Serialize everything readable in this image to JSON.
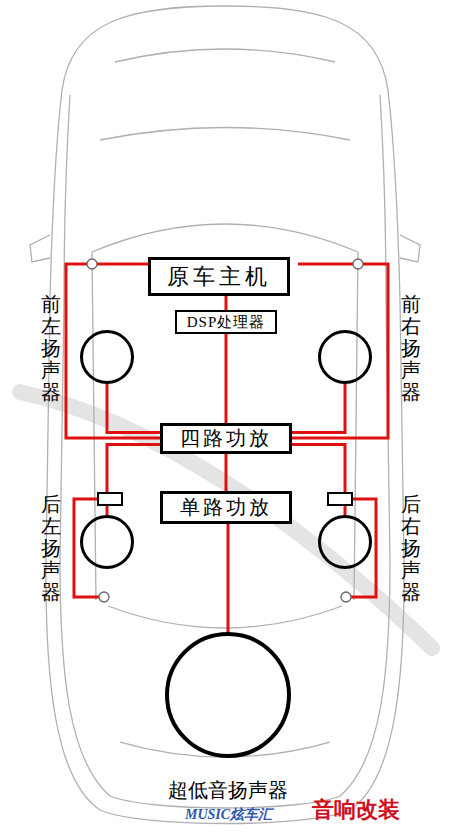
{
  "diagram": {
    "nodes": [
      {
        "text": [
          "原车主机"
        ]
      },
      {
        "text": [
          "DSP处理器"
        ]
      },
      {
        "text": [
          "前左扬声器"
        ]
      },
      {
        "text": [
          "前右扬声器"
        ]
      },
      {
        "text": [
          "四路功放"
        ]
      },
      {
        "text": [
          "后左扬声器"
        ]
      },
      {
        "text": [
          "后右扬声器"
        ]
      },
      {
        "text": [
          "单路功放"
        ]
      },
      {
        "text": [
          "超低音扬声器"
        ]
      }
    ],
    "edges": [
      {
        "from": 0,
        "to": 1,
        "arrow": "none"
      },
      {
        "from": 1,
        "to": 4,
        "arrow": "none"
      },
      {
        "from": 4,
        "to": 2,
        "arrow": "none"
      },
      {
        "from": 4,
        "to": 3,
        "arrow": "none"
      },
      {
        "from": 4,
        "to": 5,
        "arrow": "none"
      },
      {
        "from": 4,
        "to": 6,
        "arrow": "none"
      },
      {
        "from": 4,
        "to": 7,
        "arrow": "none"
      },
      {
        "from": 7,
        "to": 8,
        "arrow": "none"
      }
    ],
    "labels": [
      "MUSIC炫车汇",
      "音响改装"
    ]
  }
}
